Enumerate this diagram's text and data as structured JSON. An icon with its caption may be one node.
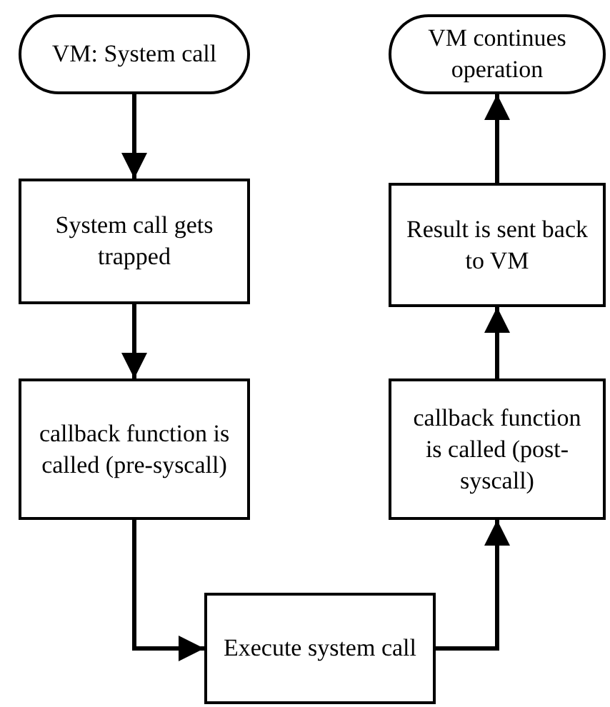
{
  "diagram": {
    "nodes": [
      {
        "text": [
          "VM: System call"
        ]
      },
      {
        "text": [
          "System call gets trapped"
        ]
      },
      {
        "text": [
          "callback function is called (pre-syscall)"
        ]
      },
      {
        "text": [
          "Execute system call"
        ]
      },
      {
        "text": [
          "callback function is called (post-syscall)"
        ]
      },
      {
        "text": [
          "Result is sent back to VM"
        ]
      },
      {
        "text": [
          "VM continues operation"
        ]
      }
    ],
    "edges": [
      {
        "from": 0,
        "to": 1,
        "arrow": "to"
      },
      {
        "from": 1,
        "to": 2,
        "arrow": "to"
      },
      {
        "from": 2,
        "to": 3,
        "arrow": "to"
      },
      {
        "from": 3,
        "to": 4,
        "arrow": "to"
      },
      {
        "from": 4,
        "to": 5,
        "arrow": "to"
      },
      {
        "from": 5,
        "to": 6,
        "arrow": "to"
      }
    ]
  }
}
